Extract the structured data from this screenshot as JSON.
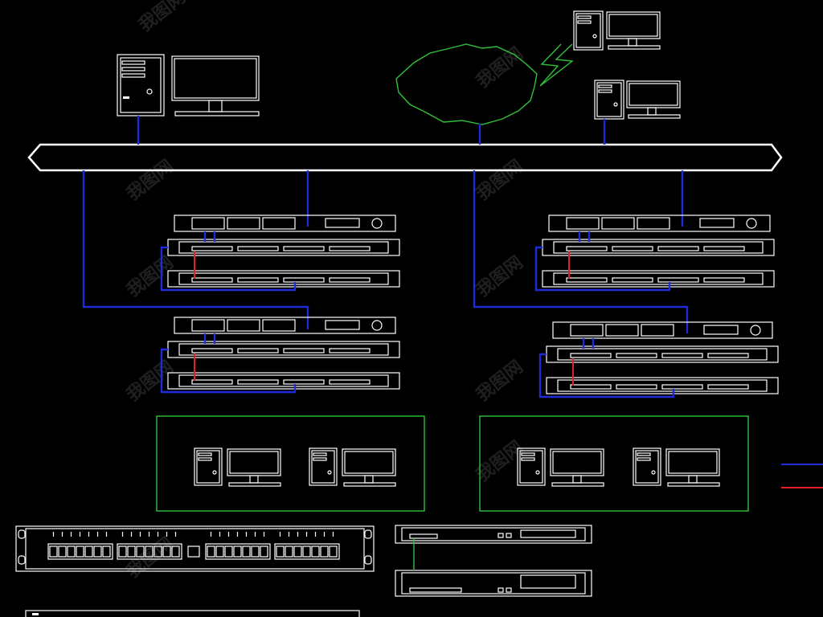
{
  "diagram": {
    "type": "network-topology",
    "colors": {
      "background": "#000000",
      "equipment": "#ffffff",
      "uplink_cable": "#1f2bd8",
      "patch_cable": "#e0202a",
      "zone_and_cloud": "#2fc23a"
    },
    "legend": [
      {
        "name": "legend-blue-line",
        "color": "#1f2bd8"
      },
      {
        "name": "legend-red-line",
        "color": "#e0202a"
      }
    ],
    "nodes": [
      {
        "id": "server-left",
        "kind": "workstation"
      },
      {
        "id": "internet-cloud",
        "kind": "cloud"
      },
      {
        "id": "remote-pc-1",
        "kind": "workstation"
      },
      {
        "id": "remote-pc-2",
        "kind": "workstation"
      },
      {
        "id": "backbone-bus",
        "kind": "bus"
      },
      {
        "id": "rack-1",
        "kind": "switch-with-patch-panels"
      },
      {
        "id": "rack-2",
        "kind": "switch-with-patch-panels"
      },
      {
        "id": "rack-3",
        "kind": "switch-with-patch-panels"
      },
      {
        "id": "rack-4",
        "kind": "switch-with-patch-panels"
      },
      {
        "id": "workgroup-left",
        "kind": "zone",
        "members": 2
      },
      {
        "id": "workgroup-right",
        "kind": "zone",
        "members": 2
      },
      {
        "id": "patch-panel-detail",
        "kind": "patch-panel"
      },
      {
        "id": "switch-detail-1",
        "kind": "switch"
      },
      {
        "id": "switch-detail-2",
        "kind": "switch"
      }
    ]
  }
}
